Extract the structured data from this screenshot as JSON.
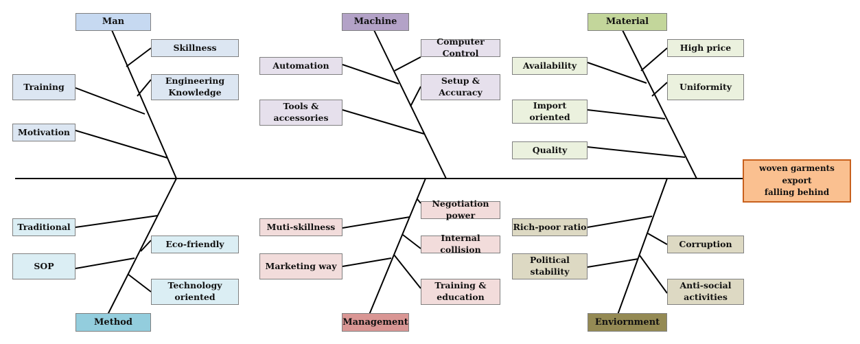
{
  "effect": {
    "text": "woven garments export\nfalling behind",
    "color": "#fac090"
  },
  "categories": {
    "man": {
      "label": "Man",
      "color": "#c6d9f1",
      "causes": [
        "Skillness",
        "Engineering\nKnowledge",
        "Training",
        "Motivation"
      ],
      "cause_color": "#dce6f2"
    },
    "machine": {
      "label": "Machine",
      "color": "#b3a2c7",
      "causes": [
        "Computer Control",
        "Setup & Accuracy",
        "Automation",
        "Tools &\naccessories"
      ],
      "cause_color": "#e6e0ec"
    },
    "material": {
      "label": "Material",
      "color": "#c3d69b",
      "causes": [
        "High price",
        "Uniformity",
        "Availability",
        "Import oriented",
        "Quality"
      ],
      "cause_color": "#ebf1de"
    },
    "method": {
      "label": "Method",
      "color": "#93cddd",
      "causes": [
        "Traditional",
        "SOP",
        "Eco-friendly",
        "Technology\noriented"
      ],
      "cause_color": "#dbeef4"
    },
    "management": {
      "label": "Management",
      "color": "#d99694",
      "causes": [
        "Negotiation power",
        "Internal collision",
        "Training &\neducation",
        "Muti-skillness",
        "Marketing way"
      ],
      "cause_color": "#f2dcdb"
    },
    "environment": {
      "label": "Enviornment",
      "color": "#948a54",
      "causes": [
        "Rich-poor ratio",
        "Corruption",
        "Political stability",
        "Anti-social\nactivities"
      ],
      "cause_color": "#ddd9c3"
    }
  }
}
